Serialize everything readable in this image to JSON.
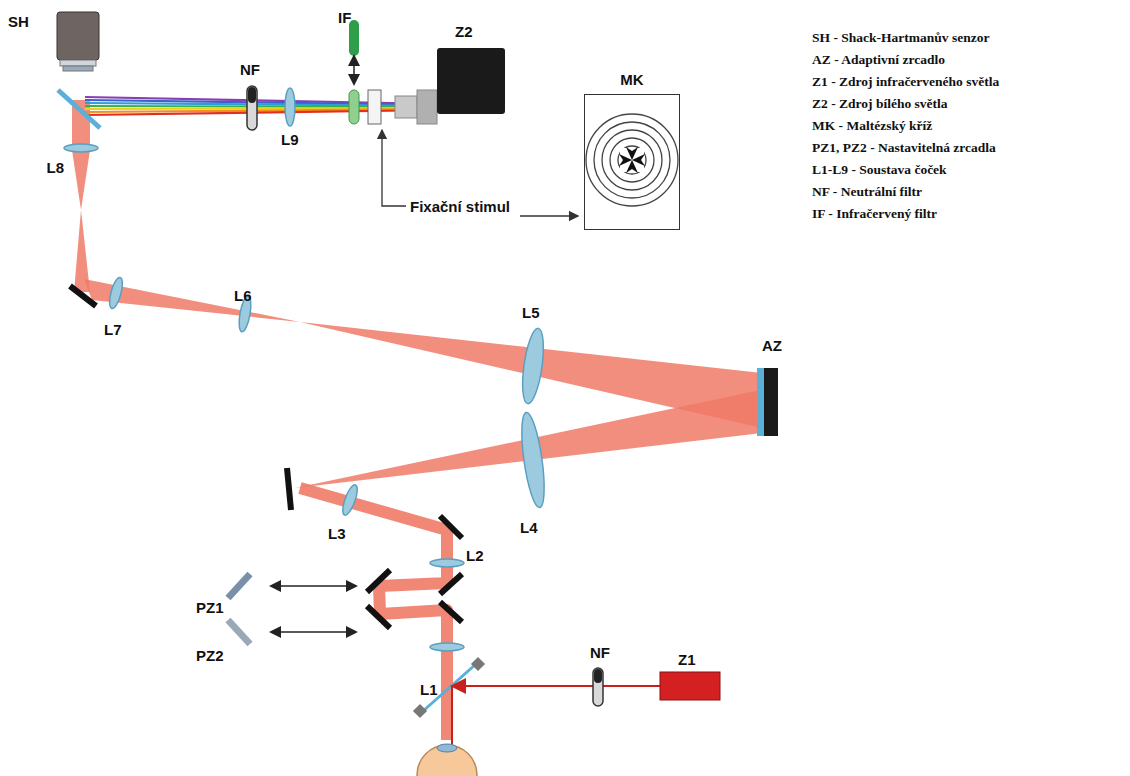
{
  "diagram": {
    "nodes": [
      {
        "text": [
          "MK"
        ]
      }
    ],
    "labels": [
      "SH",
      "NF",
      "IF",
      "Z2",
      "L9",
      "L8",
      "Fixační stimul",
      "SH - Shack-Hartmanův senzor",
      "AZ - Adaptivní zrcadlo",
      "Z1 - Zdroj infračerveného světla",
      "Z2 - Zdroj bílého světla",
      "MK - Maltézský kříž",
      "PZ1, PZ2 - Nastavitelná zrcadla",
      "L1-L9 - Soustava čoček",
      "NF - Neutrální filtr",
      "IF - Infračervený filtr",
      "L7",
      "L6",
      "L5",
      "AZ",
      "L4",
      "L3",
      "L2",
      "PZ1",
      "PZ2",
      "NF",
      "L1",
      "Z1"
    ]
  }
}
